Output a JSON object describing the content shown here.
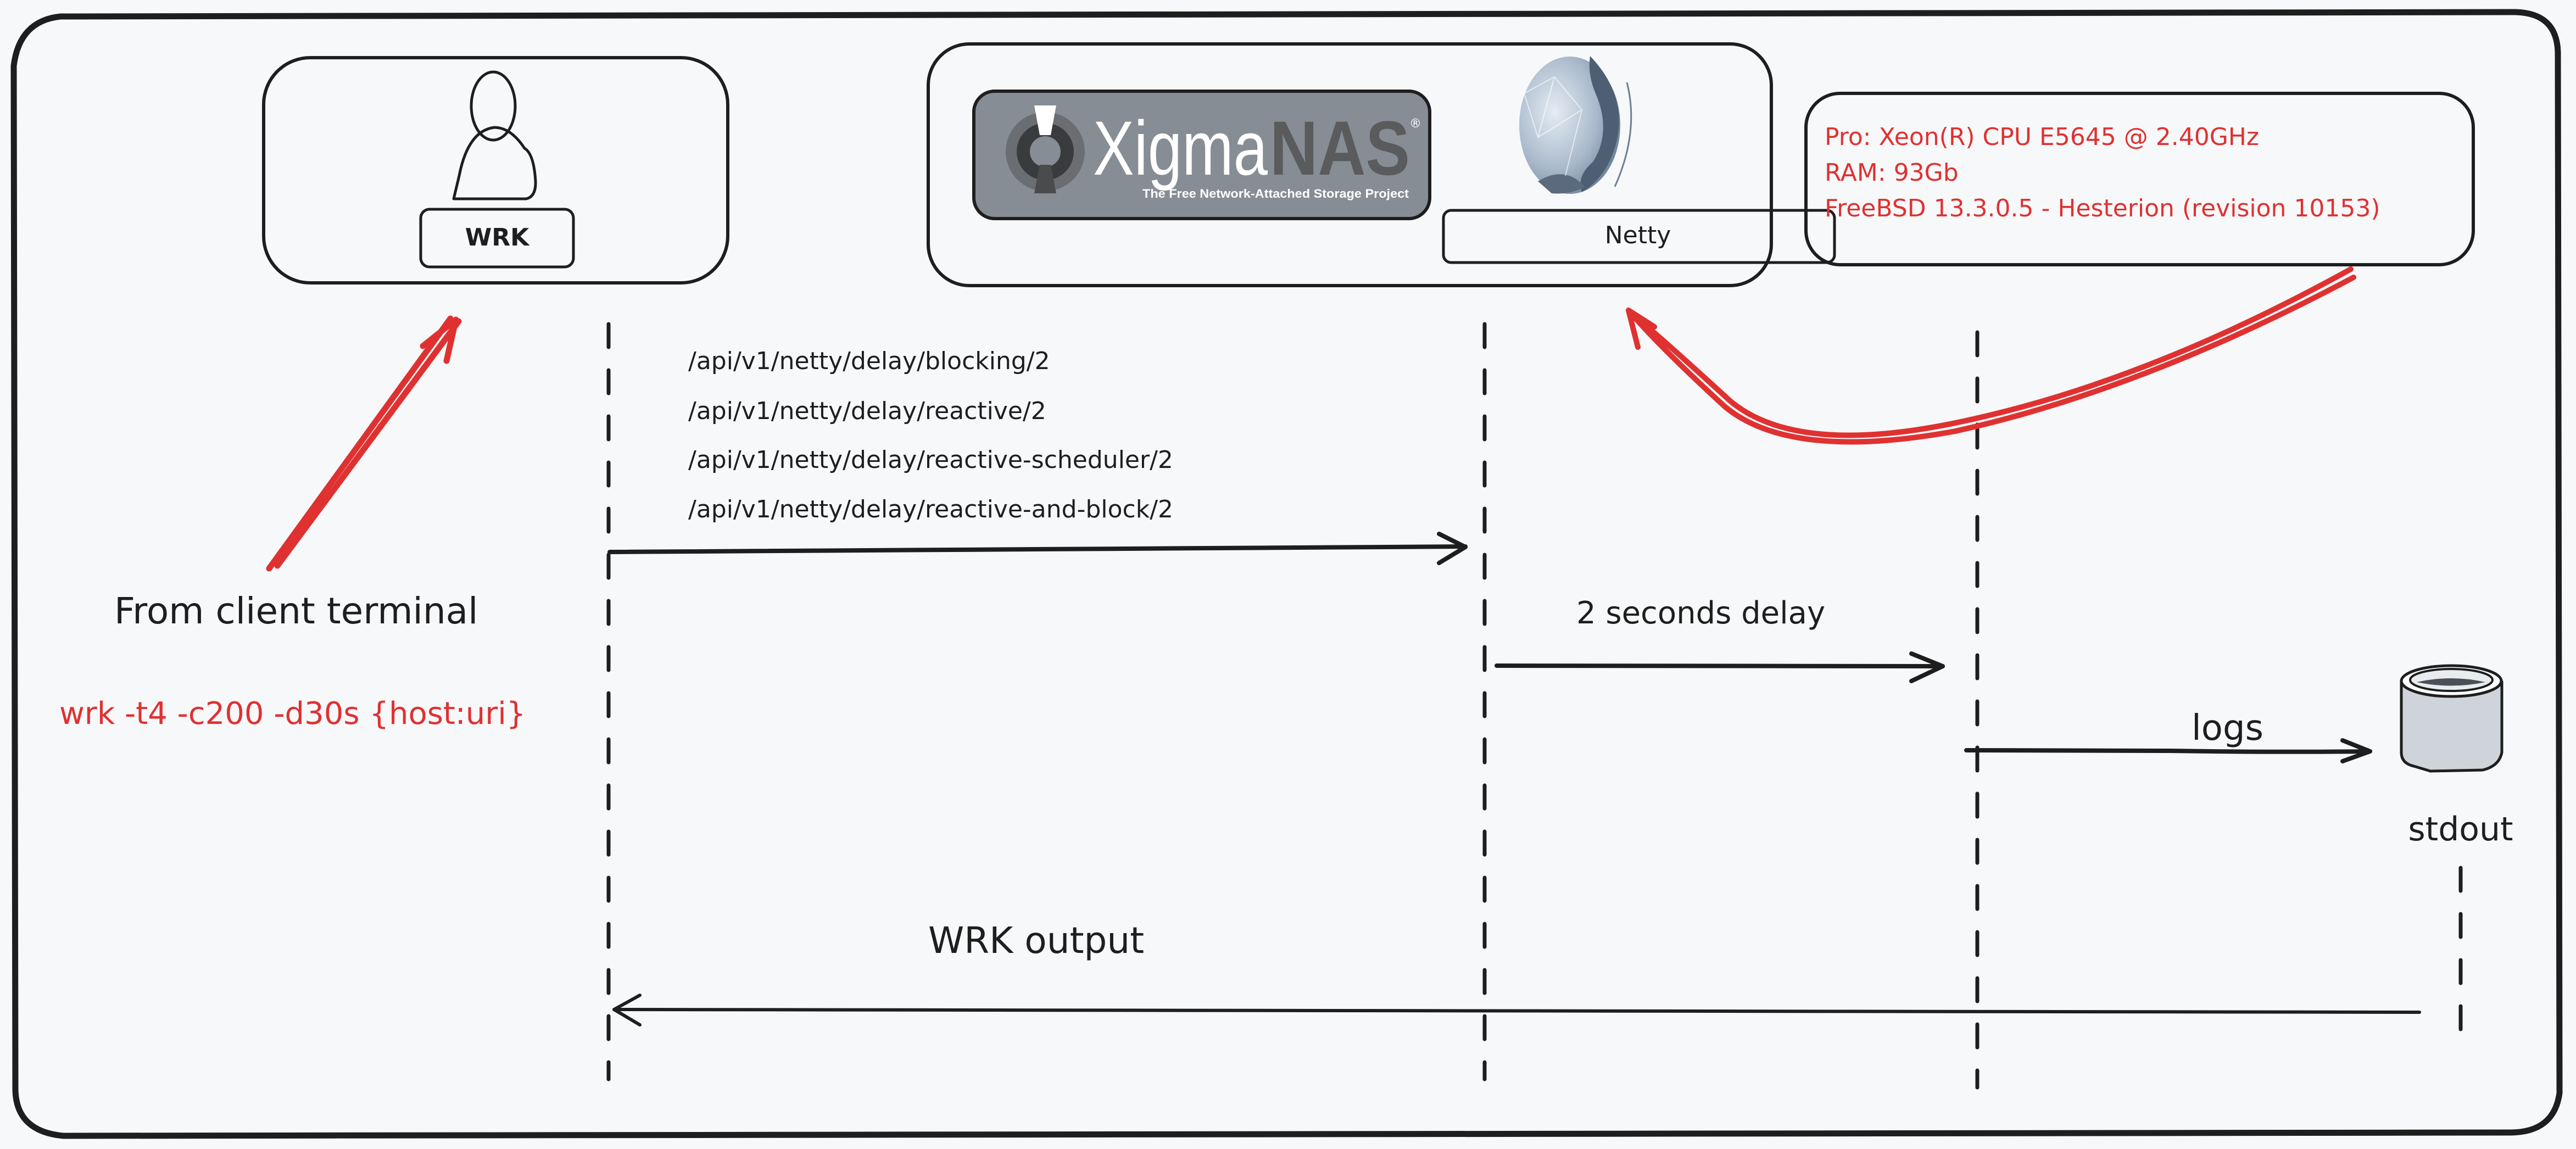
{
  "diagram": {
    "type": "sequence-diagram",
    "colors": {
      "ink": "#1e1e1e",
      "accent_red": "#e03131",
      "hatch": "#dfe3ea",
      "xigma_bg": "#868d95",
      "xigma_dark": "#595b5c",
      "cylinder_fill": "#ced4da",
      "background": "#f7f8fa",
      "canvas": "#ffffff"
    },
    "actors": {
      "wrk": {
        "label": "WRK",
        "icon": "person-icon"
      },
      "server": {
        "xigmanas_logo": {
          "brand_light": "Xigma",
          "brand_bold": "NAS",
          "registered": "®",
          "tagline": "The Free Network-Attached Storage Project",
          "icon": "xigmanas-logo"
        },
        "netty": {
          "label": "Netty",
          "icon": "netty-globe-logo"
        }
      },
      "stdout": {
        "label": "stdout",
        "icon": "database-cylinder-icon"
      }
    },
    "server_specs": {
      "lines": [
        "Pro: Xeon(R) CPU E5645 @ 2.40GHz",
        "RAM: 93Gb",
        "FreeBSD 13.3.0.5 - Hesterion (revision 10153)"
      ]
    },
    "client_note": {
      "title": "From client terminal",
      "command": "wrk -t4 -c200 -d30s {host:uri}"
    },
    "messages": {
      "request": {
        "endpoints": [
          "/api/v1/netty/delay/blocking/2",
          "/api/v1/netty/delay/reactive/2",
          "/api/v1/netty/delay/reactive-scheduler/2",
          "/api/v1/netty/delay/reactive-and-block/2"
        ]
      },
      "delay": {
        "label": "2 seconds delay"
      },
      "logs": {
        "label": "logs"
      },
      "response": {
        "label": "WRK output"
      }
    }
  }
}
